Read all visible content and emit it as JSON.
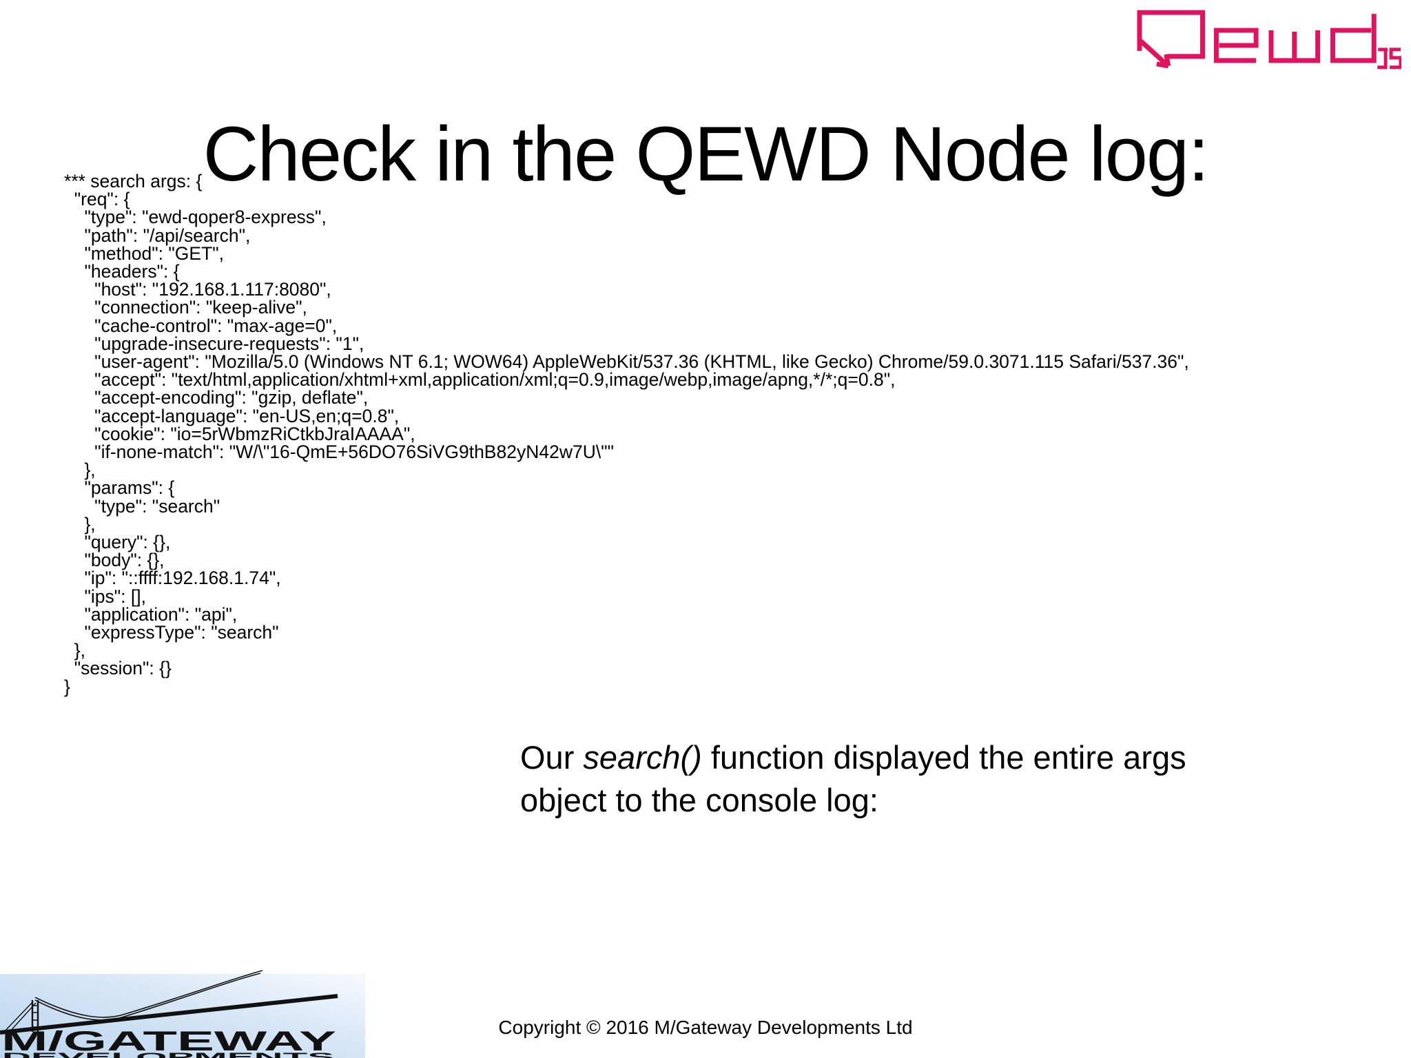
{
  "header": {
    "qewd_logo_label": "Qewd Js",
    "qewd_logo_color": "#e1125e"
  },
  "title": "Check in the QEWD Node log:",
  "console_log": {
    "lines": [
      "*** search args: {",
      "  \"req\": {",
      "    \"type\": \"ewd-qoper8-express\",",
      "    \"path\": \"/api/search\",",
      "    \"method\": \"GET\",",
      "    \"headers\": {",
      "      \"host\": \"192.168.1.117:8080\",",
      "      \"connection\": \"keep-alive\",",
      "      \"cache-control\": \"max-age=0\",",
      "      \"upgrade-insecure-requests\": \"1\",",
      "      \"user-agent\": \"Mozilla/5.0 (Windows NT 6.1; WOW64) AppleWebKit/537.36 (KHTML, like Gecko) Chrome/59.0.3071.115 Safari/537.36\",",
      "      \"accept\": \"text/html,application/xhtml+xml,application/xml;q=0.9,image/webp,image/apng,*/*;q=0.8\",",
      "      \"accept-encoding\": \"gzip, deflate\",",
      "      \"accept-language\": \"en-US,en;q=0.8\",",
      "      \"cookie\": \"io=5rWbmzRiCtkbJraIAAAA\",",
      "      \"if-none-match\": \"W/\\\"16-QmE+56DO76SiVG9thB82yN42w7U\\\"\"",
      "    },",
      "    \"params\": {",
      "      \"type\": \"search\"",
      "    },",
      "    \"query\": {},",
      "    \"body\": {},",
      "    \"ip\": \"::ffff:192.168.1.74\",",
      "    \"ips\": [],",
      "    \"application\": \"api\",",
      "    \"expressType\": \"search\"",
      "  },",
      "  \"session\": {}",
      "}"
    ]
  },
  "caption": {
    "prefix": "Our ",
    "italic": "search()",
    "suffix": " function displayed the entire args object to the console log:"
  },
  "footer": {
    "copyright": "Copyright © 2016 M/Gateway Developments Ltd",
    "mgateway_line1": "M/GATEWAY",
    "mgateway_line2": "DEVELOPMENTS"
  }
}
